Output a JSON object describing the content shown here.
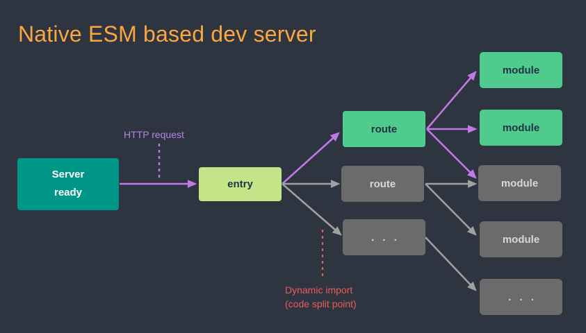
{
  "slide": {
    "background_color": "#2e3440",
    "title": "Native ESM based dev server",
    "title_color": "#f9a73e"
  },
  "palette": {
    "teal": "#009688",
    "lime": "#c4e488",
    "green": "#4ecb8d",
    "gray": "#6b6b6b",
    "purple": "#c07ae8",
    "arrow_gray": "#a0a0a0",
    "red": "#ed5a5a",
    "text_dark": "#1f3347",
    "text_light": "#ffffff",
    "text_muted": "#d8d8d8"
  },
  "nodes": {
    "server": {
      "label": "Server\nready",
      "line1": "Server",
      "line2": "ready",
      "color": "teal"
    },
    "entry": {
      "label": "entry",
      "color": "lime"
    },
    "route_active": {
      "label": "route",
      "color": "green"
    },
    "route_inactive": {
      "label": "route",
      "color": "gray"
    },
    "route_more": {
      "label": ". . .",
      "color": "gray"
    },
    "module_1": {
      "label": "module",
      "color": "green"
    },
    "module_2": {
      "label": "module",
      "color": "green"
    },
    "module_3": {
      "label": "module",
      "color": "gray"
    },
    "module_4": {
      "label": "module",
      "color": "gray"
    },
    "module_more": {
      "label": ". . .",
      "color": "gray"
    }
  },
  "annotations": {
    "http_request": {
      "text": "HTTP request",
      "color": "#b586e0"
    },
    "dynamic_import": {
      "line1": "Dynamic import",
      "line2": "(code split point)",
      "color": "#ed5a5a"
    }
  }
}
